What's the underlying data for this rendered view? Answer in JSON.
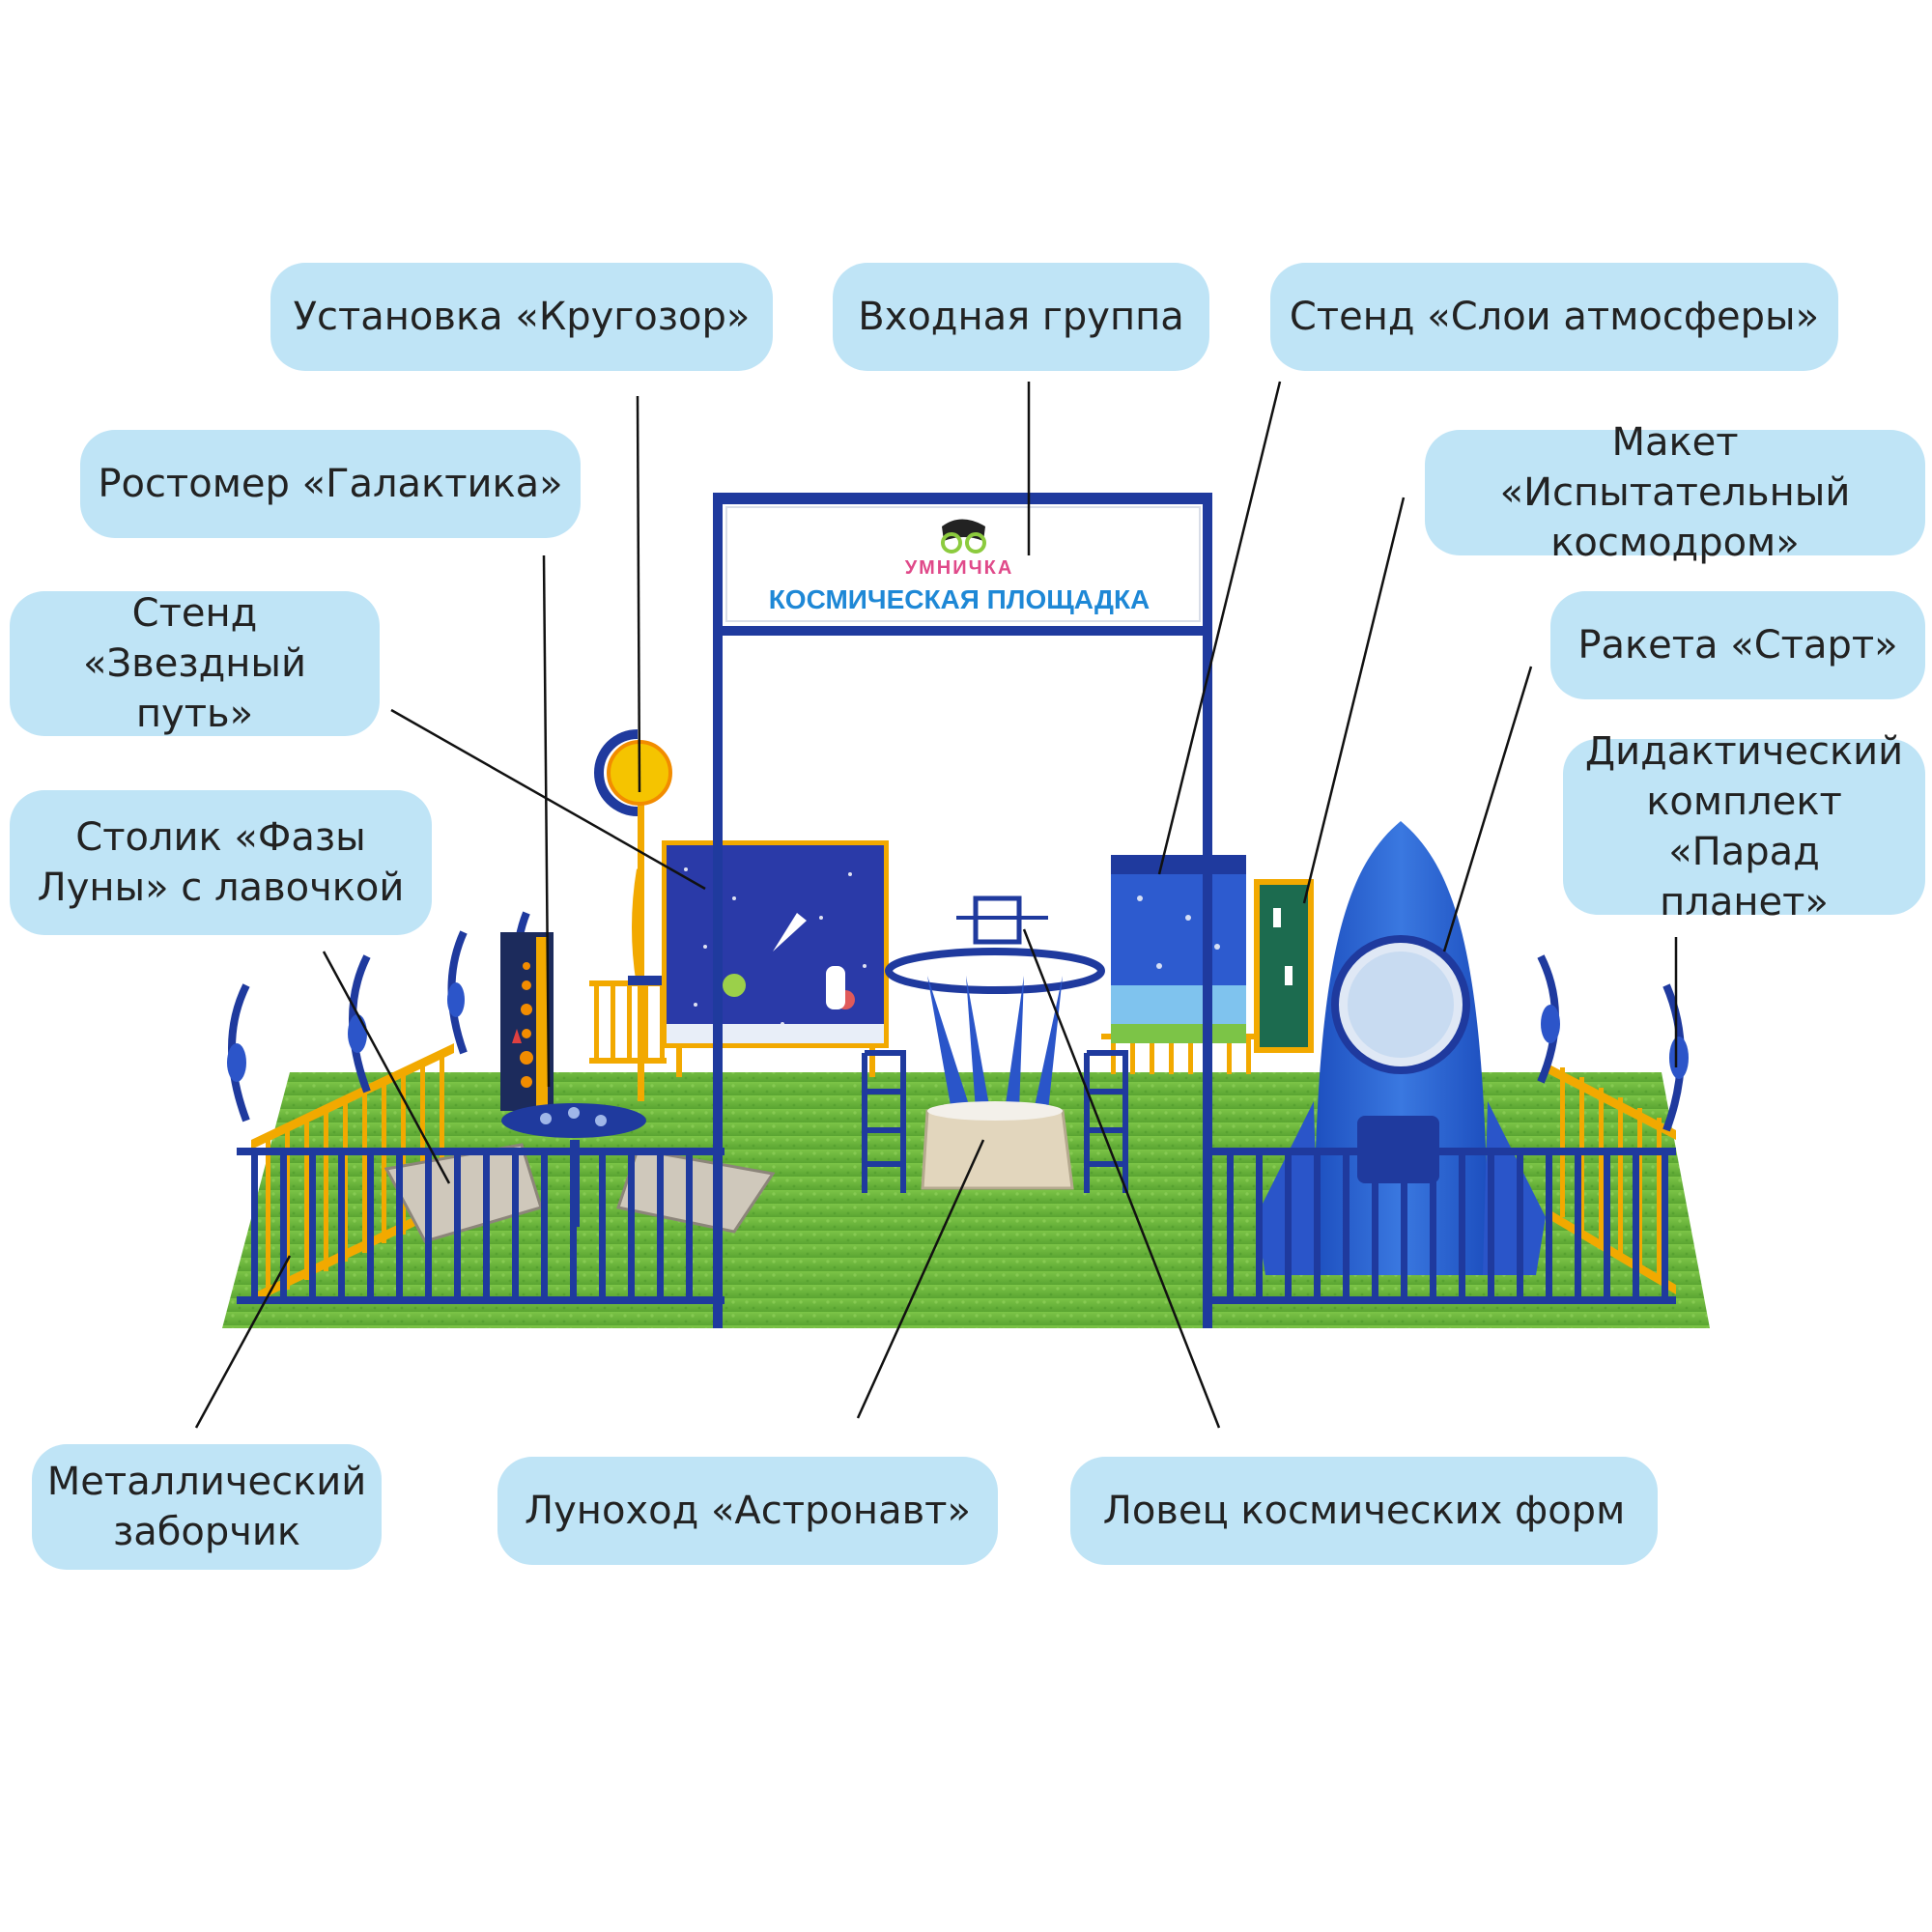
{
  "sign": {
    "brand": "УМНИЧКА",
    "title": "КОСМИЧЕСКАЯ ПЛОЩАДКА"
  },
  "labels": {
    "krugozor": "Установка «Кругозор»",
    "entrance": "Входная группа",
    "atmosphere": "Стенд «Слои атмосферы»",
    "rostomer": "Ростомер «Галактика»",
    "kosmodrom": "Макет «Испытательный\nкосмодром»",
    "zvezdny": "Стенд\n«Звездный путь»",
    "raketa": "Ракета «Старт»",
    "stolik": "Столик «Фазы\nЛуны» с лавочкой",
    "parad": "Дидактический\nкомплект\n«Парад планет»",
    "zaborchik": "Металлический\nзаборчик",
    "lunokhod": "Луноход «Астронавт»",
    "lovets": "Ловец космических форм"
  },
  "colors": {
    "label_bg": "#bfe4f6",
    "frame_blue": "#1f3a9e",
    "fence_yellow": "#f2a900",
    "grass": "#6cb43a",
    "sign_text": "#1e88d6"
  }
}
